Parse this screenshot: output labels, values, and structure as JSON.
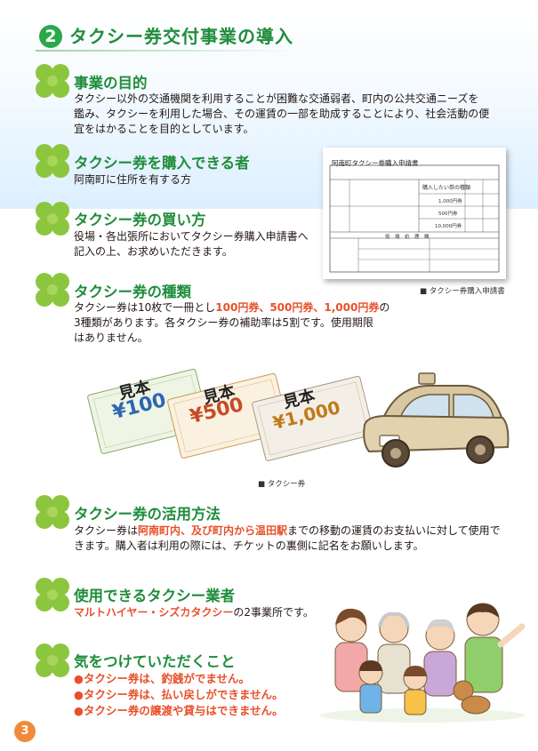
{
  "header": {
    "number": "2",
    "title": "タクシー券交付事業の導入"
  },
  "sections": [
    {
      "heading": "事業の目的",
      "lines": [
        "タクシー以外の交通機関を利用することが困難な交通弱者、町内の公共交通ニーズを",
        "鑑み、タクシーを利用した場合、その運賃の一部を助成することにより、社会活動の便",
        "宜をはかることを目的としています。"
      ]
    },
    {
      "heading": "タクシー券を購入できる者",
      "lines": [
        "阿南町に住所を有する方"
      ]
    },
    {
      "heading": "タクシー券の買い方",
      "lines": [
        "役場・各出張所においてタクシー券購入申請書へ",
        "記入の上、お求めいただきます。"
      ]
    },
    {
      "heading": "タクシー券の種類",
      "line1_pre": "タクシー券は10枚で一冊とし",
      "line1_hl": "100円券、500円券、1,000円券",
      "line1_post": "の",
      "line2": "3種類があります。各タクシー券の補助率は5割です。使用期限",
      "line3": "はありません。"
    },
    {
      "heading": "タクシー券の活用方法",
      "line1_pre": "タクシー券は",
      "line1_hl": "阿南町内、及び町内から温田駅",
      "line1_post": "までの移動の運賃のお支払いに対して使用で",
      "line2": "きます。購入者は利用の際には、チケットの裏側に記名をお願いします。"
    },
    {
      "heading": "使用できるタクシー業者",
      "hl": "マルトハイヤー・シズカタクシー",
      "post": "の2事業所です。"
    },
    {
      "heading": "気をつけていただくこと",
      "bullets": [
        "●タクシー券は、釣銭がでません。",
        "●タクシー券は、払い戻しができません。",
        "●タクシー券の譲渡や貸与はできません。"
      ]
    }
  ],
  "form": {
    "title": "阿南町タクシー券購入申請書",
    "caption": "■ タクシー券購入申請書",
    "rows": [
      "1,000円券",
      "500円券",
      "10,000円券"
    ],
    "col_header": "購入したい券の種類",
    "office": "役　場　処　理　欄"
  },
  "tickets": {
    "caption": "■ タクシー券",
    "stamp": "見本",
    "values": [
      "¥100",
      "¥500",
      "¥1,000"
    ],
    "label": "タクシー券"
  },
  "page_number": "3",
  "colors": {
    "accent_green": "#1f8d3c",
    "highlight_orange": "#e8502a",
    "clover": "#8cc63f"
  }
}
